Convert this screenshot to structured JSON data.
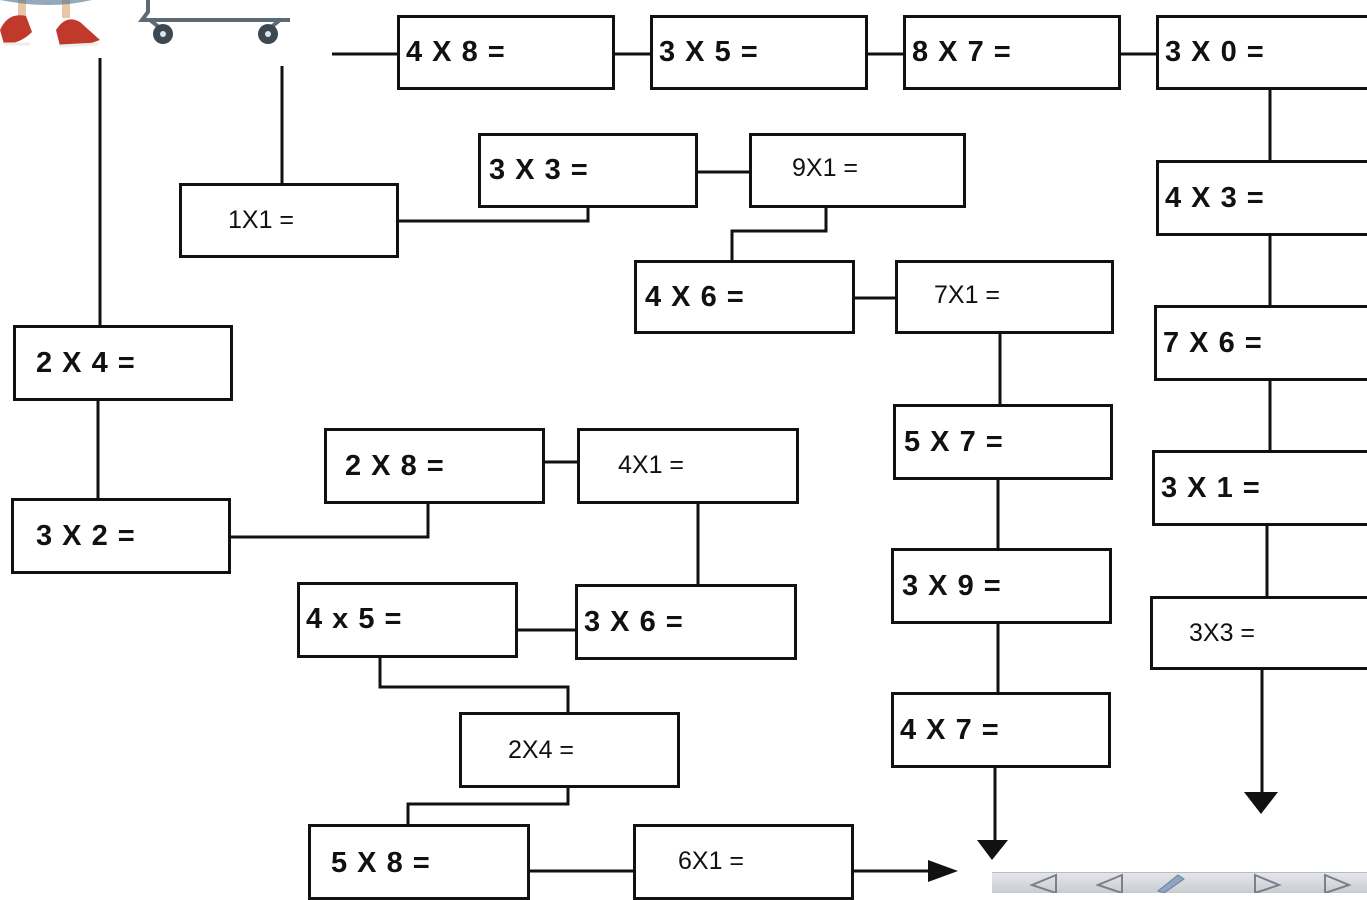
{
  "puzzle": {
    "cells": [
      {
        "id": "r1c1",
        "text": "4 X 8 ="
      },
      {
        "id": "r1c2",
        "text": "3 X 5 ="
      },
      {
        "id": "r1c3",
        "text": "8 X 7 ="
      },
      {
        "id": "r1c4",
        "text": "3 X 0 ="
      },
      {
        "id": "c-3x3-top",
        "text": "3 X 3 ="
      },
      {
        "id": "c-9x1",
        "text": "9X1  ="
      },
      {
        "id": "c-1x1",
        "text": "1X1   ="
      },
      {
        "id": "c-4x3",
        "text": "4 X 3 ="
      },
      {
        "id": "c-4x6",
        "text": "4 X 6 ="
      },
      {
        "id": "c-7x1",
        "text": "7X1  ="
      },
      {
        "id": "c-7x6",
        "text": "7 X 6 ="
      },
      {
        "id": "c-2x4-left",
        "text": "2 X 4 ="
      },
      {
        "id": "c-5x7",
        "text": "5 X 7 ="
      },
      {
        "id": "c-2x8",
        "text": "2 X 8 ="
      },
      {
        "id": "c-4x1",
        "text": "4X1  ="
      },
      {
        "id": "c-3x1",
        "text": "3 X 1 ="
      },
      {
        "id": "c-3x2",
        "text": "3 X 2 ="
      },
      {
        "id": "c-3x9",
        "text": "3 X 9 ="
      },
      {
        "id": "c-4x5",
        "text": "4 x 5 ="
      },
      {
        "id": "c-3x6",
        "text": "3 X 6 ="
      },
      {
        "id": "c-3x3-right",
        "text": "3X3  ="
      },
      {
        "id": "c-2x4-mid",
        "text": "2X4  ="
      },
      {
        "id": "c-4x7",
        "text": "4 X 7 ="
      },
      {
        "id": "c-5x8",
        "text": "5 X 8 ="
      },
      {
        "id": "c-6x1",
        "text": "6X1  ="
      }
    ]
  },
  "colors": {
    "line": "#111111",
    "shoe": "#c0392b",
    "cart": "#5b6a75"
  },
  "icons": {
    "character": "girl-feet-icon",
    "cart": "shopping-cart-icon",
    "prev": "prev-arrow-icon",
    "next": "next-arrow-icon"
  }
}
